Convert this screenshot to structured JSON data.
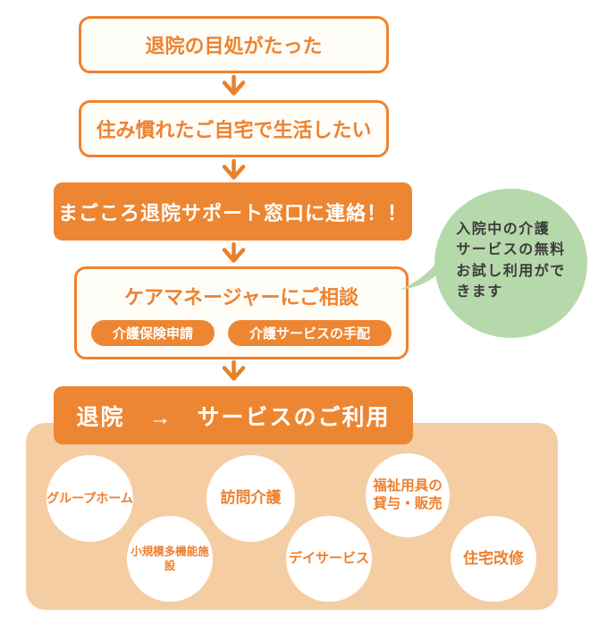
{
  "colors": {
    "accent_orange": "#ED8632",
    "outline_orange": "#EE8230",
    "panel_peach": "#F5CDA2",
    "box_cream": "#FFFDF7",
    "bubble_green": "#B6D9AB",
    "bubble_text": "#3C3C3C"
  },
  "flow": {
    "step1_label": "退院の目処がたった",
    "step2_label": "住み慣れたご自宅で生活したい",
    "step3_label": "まごころ退院サポート窓口に連絡！！",
    "step4_title": "ケアマネージャーにご相談",
    "step4_tags": [
      {
        "label": "介護保険申請"
      },
      {
        "label": "介護サービスの手配"
      }
    ],
    "step5_label": "退院　→　サービスのご利用"
  },
  "bubble": {
    "text": "入院中の介護\nサービスの無料\nお試し利用がで\nきます"
  },
  "services": [
    {
      "label": "グループホーム"
    },
    {
      "label": "小規模多機能施設"
    },
    {
      "label": "訪問介護"
    },
    {
      "label": "デイサービス"
    },
    {
      "label": "福祉用具の\n貸与・販売"
    },
    {
      "label": "住宅改修"
    }
  ]
}
